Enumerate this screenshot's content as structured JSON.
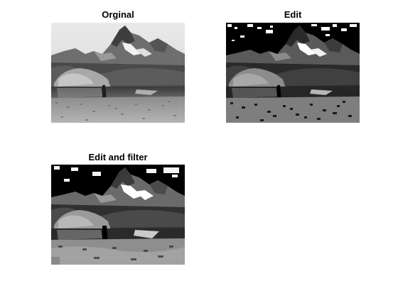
{
  "figure": {
    "panels": [
      {
        "id": "original",
        "title": "Orginal"
      },
      {
        "id": "edit",
        "title": "Edit"
      },
      {
        "id": "edit-filter",
        "title": "Edit and filter"
      }
    ]
  }
}
